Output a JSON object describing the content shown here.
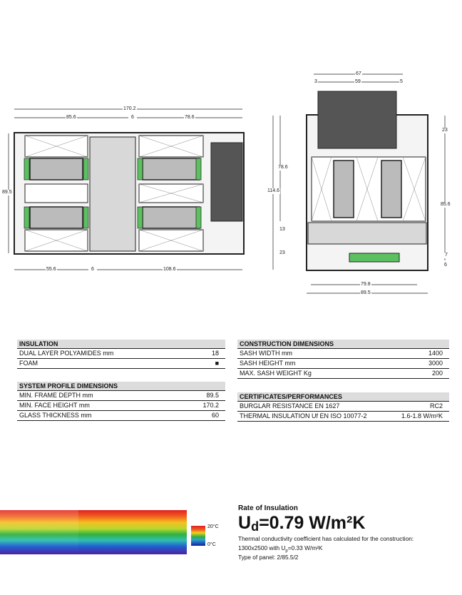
{
  "drawing_left": {
    "dims": {
      "total_width": "170.2",
      "left_width": "85.6",
      "gap_top": "6",
      "right_width": "78.6",
      "height": "89.5",
      "bottom_left": "55.6",
      "gap_bottom": "6",
      "bottom_right": "108.6"
    }
  },
  "drawing_right": {
    "dims": {
      "top_total": "67",
      "top_left": "3",
      "top_mid": "59",
      "top_right": "5",
      "left_upper": "78.6",
      "left_total": "114.6",
      "left_13": "13",
      "left_23": "23",
      "right_23": "23",
      "right_856": "85.6",
      "right_7": "7",
      "right_6": "6",
      "bottom_inner": "79.8",
      "bottom_total": "89.5"
    }
  },
  "tables": {
    "insulation": {
      "title": "INSULATION",
      "rows": [
        {
          "label": "DUAL LAYER POLYAMIDES mm",
          "value": "18"
        },
        {
          "label": "FOAM",
          "value": "■"
        }
      ]
    },
    "system_profile": {
      "title": "SYSTEM PROFILE DIMENSIONS",
      "rows": [
        {
          "label": "MIN. FRAME DEPTH mm",
          "value": "89.5"
        },
        {
          "label": "MIN. FACE HEIGHT mm",
          "value": "170.2"
        },
        {
          "label": "GLASS THICKNESS mm",
          "value": "60"
        }
      ]
    },
    "construction": {
      "title": "CONSTRUCTION DIMENSIONS",
      "rows": [
        {
          "label": "SASH WIDTH mm",
          "value": "1400"
        },
        {
          "label": "SASH HEIGHT mm",
          "value": "3000"
        },
        {
          "label": "MAX. SASH WEIGHT Kg",
          "value": "200"
        }
      ]
    },
    "certificates": {
      "title": "CERTIFICATES/PERFORMANCES",
      "rows": [
        {
          "label": "BURGLAR RESISTANCE EN 1627",
          "value": "RC2"
        },
        {
          "label": "THERMAL INSULATION Uf EN ISO 10077-2",
          "value": "1.6-1.8 W/m²K"
        }
      ]
    }
  },
  "thermal": {
    "legend_high": "20°C",
    "legend_low": "0°C",
    "rate_title": "Rate of Insulation",
    "ud_symbol": "U",
    "ud_sub": "d",
    "ud_value": "=0.79 W/m²K",
    "desc_line1": "Thermal conductivity coefficient has calculated for the construction:",
    "desc_line2_pre": "1300x2500 with U",
    "desc_line2_sub": "p",
    "desc_line2_post": "=0.33 W/m²K",
    "desc_line3": "Type of panel: 2/85.5/2"
  }
}
